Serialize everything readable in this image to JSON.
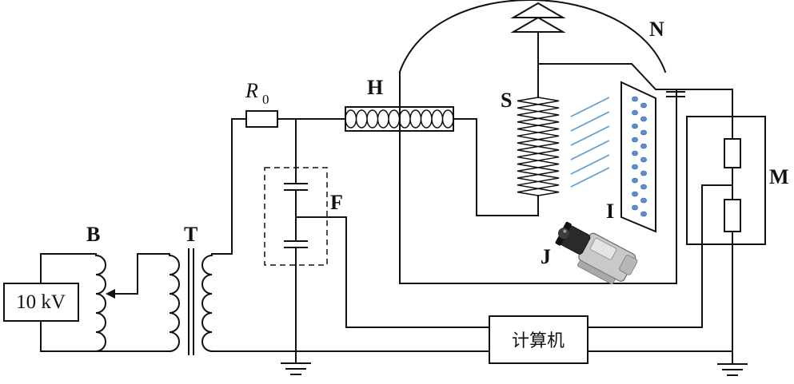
{
  "labels": {
    "B": "B",
    "T": "T",
    "R": "R",
    "R_sub": "0",
    "H": "H",
    "F": "F",
    "S": "S",
    "N": "N",
    "M": "M",
    "I": "I",
    "J": "J"
  },
  "source": {
    "text": "10 kV"
  },
  "computer": {
    "text": "计算机"
  },
  "colors": {
    "wire": "#111111",
    "arc": "#5b9bd5",
    "dot": "#5b8fd0"
  }
}
